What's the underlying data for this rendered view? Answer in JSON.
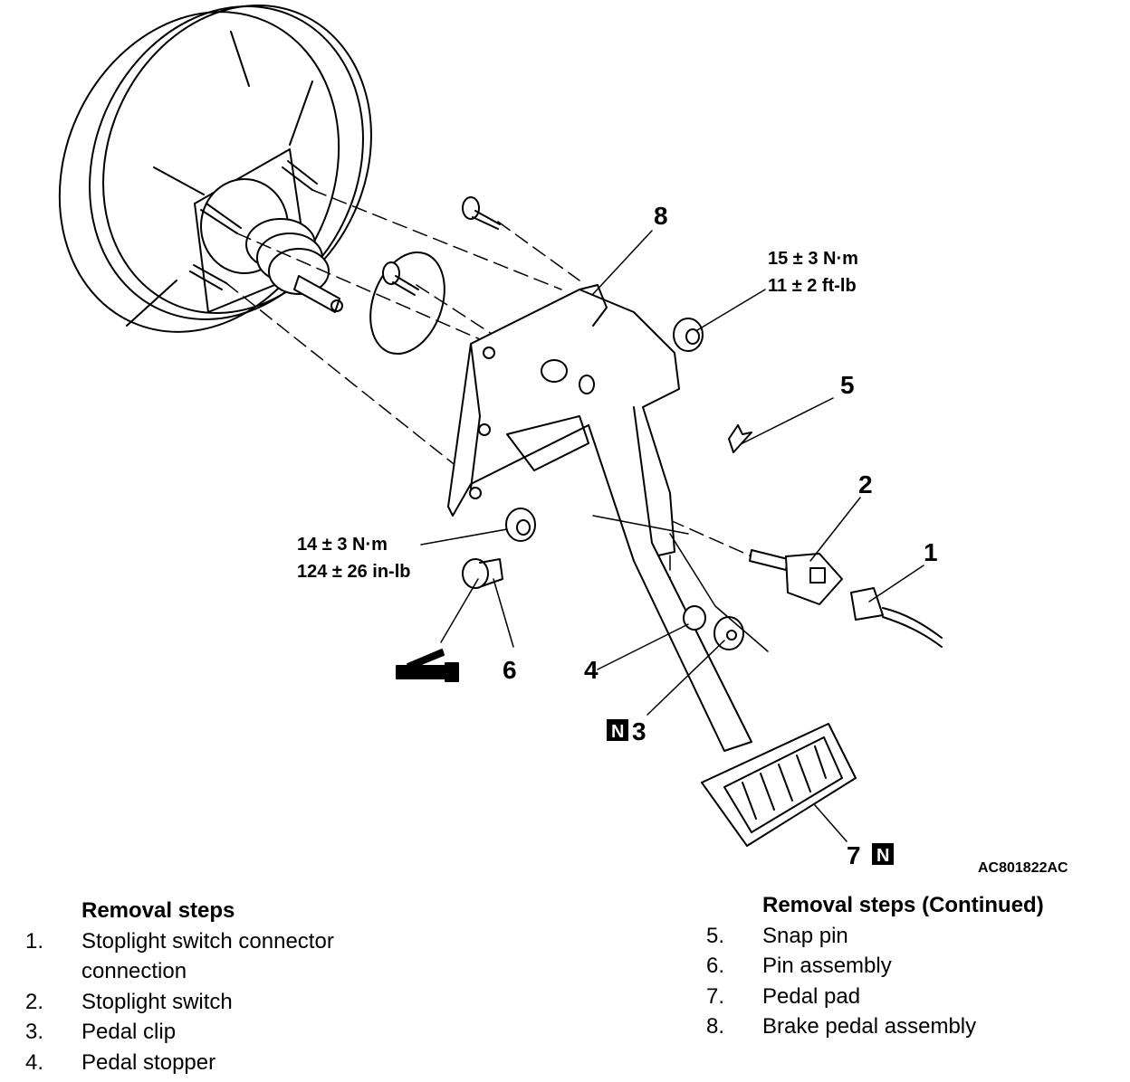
{
  "diagram": {
    "callouts": {
      "c1": "1",
      "c2": "2",
      "c3": "3",
      "c4": "4",
      "c5": "5",
      "c6": "6",
      "c7": "7",
      "c8": "8"
    },
    "n_badge": "N",
    "torque_upper": {
      "line1": "15 ± 3 N·m",
      "line2": "11 ± 2 ft-lb"
    },
    "torque_lower": {
      "line1": "14 ± 3 N·m",
      "line2": "124 ± 26 in-lb"
    },
    "figure_id": "AC801822AC"
  },
  "steps_left": {
    "heading": "Removal steps",
    "items": [
      {
        "num": "1.",
        "line1": "Stoplight switch connector",
        "line2": "connection"
      },
      {
        "num": "2.",
        "line1": "Stoplight switch"
      },
      {
        "num": "3.",
        "line1": "Pedal clip"
      },
      {
        "num": "4.",
        "line1": "Pedal stopper"
      }
    ]
  },
  "steps_right": {
    "heading": "Removal steps (Continued)",
    "items": [
      {
        "num": "5.",
        "line1": "Snap pin"
      },
      {
        "num": "6.",
        "line1": "Pin assembly"
      },
      {
        "num": "7.",
        "line1": "Pedal pad"
      },
      {
        "num": "8.",
        "line1": "Brake pedal assembly"
      }
    ]
  }
}
